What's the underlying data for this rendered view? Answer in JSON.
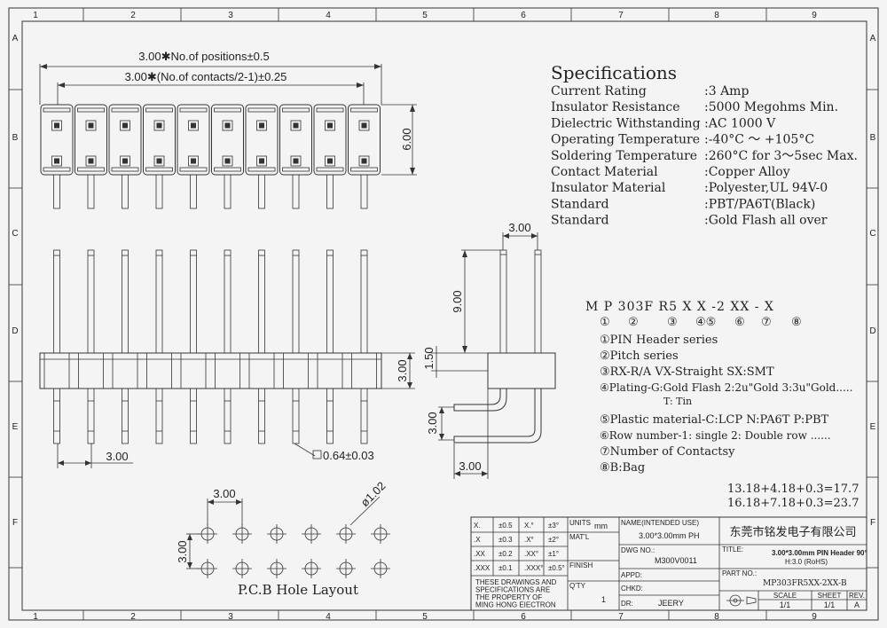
{
  "grid": {
    "cols": [
      "1",
      "2",
      "3",
      "4",
      "5",
      "6",
      "7",
      "8",
      "9"
    ],
    "rows": [
      "A",
      "B",
      "C",
      "D",
      "E",
      "F"
    ]
  },
  "specs": {
    "title": "Specifications",
    "rows": [
      {
        "label": "Current Rating",
        "value": ":3 Amp"
      },
      {
        "label": "Insulator Resistance",
        "value": ":5000 Megohms Min."
      },
      {
        "label": "Dielectric Withstanding",
        "value": ":AC 1000 V"
      },
      {
        "label": "Operating Temperature",
        "value": ":-40°C ～ +105°C"
      },
      {
        "label": "Soldering Temperature",
        "value": ":260°C for 3～5sec Max."
      },
      {
        "label": "Contact Material",
        "value": ":Copper Alloy"
      },
      {
        "label": "Insulator Material",
        "value": ":Polyester,UL 94V-0"
      },
      {
        "label": "Standard",
        "value": ":PBT/PA6T(Black)"
      },
      {
        "label": "Standard",
        "value": ":Gold Flash all over"
      }
    ]
  },
  "part_code": {
    "code": "M P 303F R5  X X -2 XX - X",
    "numbers": [
      "①",
      "②",
      "③",
      "④⑤",
      "⑥",
      "⑦",
      "⑧"
    ],
    "items": [
      "①PIN Header series",
      "②Pitch series",
      "③RX-R/A VX-Straight SX:SMT",
      "④Plating-G:Gold Flash 2:2u\"Gold 3:3u\"Gold.....",
      "T: Tin",
      "⑤Plastic material-C:LCP  N:PA6T P:PBT",
      "⑥Row number-1: single   2: Double row ......",
      "⑦Number of Contactsy",
      "⑧B:Bag"
    ],
    "formulas": [
      "13.18+4.18+0.3=17.7",
      "16.18+7.18+0.3=23.7"
    ]
  },
  "dimensions": {
    "positions": "3.00✱No.of positions±0.5",
    "contacts": "3.00✱(No.of contacts/2-1)±0.25",
    "height": "6.00",
    "side_pitch": "3.00",
    "side_length": "9.00",
    "side_offset": "1.50",
    "side_height": "3.00",
    "side_bottom": "3.00",
    "side_tail": "3.00",
    "front_height": "3.00",
    "front_pitch": "3.00",
    "pin_size": "0.64±0.03",
    "pcb_pitch_x": "3.00",
    "pcb_pitch_y": "3.00",
    "pcb_hole": "ø1.02",
    "pcb_title": "P.C.B Hole Layout"
  },
  "title_block": {
    "tolerances": [
      {
        "a": "X.",
        "b": "±0.5",
        "c": "X.°",
        "d": "±3°"
      },
      {
        "a": ".X",
        "b": "±0.3",
        "c": ".X°",
        "d": "±2°"
      },
      {
        "a": ".XX",
        "b": "±0.2",
        "c": ".XX°",
        "d": "±1°"
      },
      {
        "a": ".XXX",
        "b": "±0.1",
        "c": ".XXX°",
        "d": "±0.5°"
      }
    ],
    "notice": [
      "THESE DRAWINGS AND",
      "SPECIFICATIONS ARE",
      "THE PROPERTY OF",
      "MING HONG EIECTRON"
    ],
    "units_label": "UNITS",
    "units_value": "mm",
    "matl_label": "MAT'L",
    "finish_label": "FINISH",
    "qty_label": "Q'TY",
    "qty_value": "1",
    "name_label": "NAME(INTENDED USE)",
    "name_value": "3.00*3.00mm PH",
    "dwg_label": "DWG NO.:",
    "dwg_value": "M300V0011",
    "appd_label": "APPD:",
    "chkd_label": "CHKD:",
    "dr_label": "DR:",
    "dr_value": "JEERY",
    "company": "东莞市铭发电子有限公司",
    "title_label": "TITLE:",
    "title_value": "3.00*3.00mm PIN Header 90°",
    "title_sub": "H:3.0 (RoHS)",
    "partno_label": "PART NO.:",
    "partno_value": "MP303FR5XX-2XX-B",
    "scale_label": "SCALE",
    "scale_value": "1/1",
    "sheet_label": "SHEET",
    "sheet_value": "1/1",
    "rev_label": "REV.",
    "rev_value": "A"
  }
}
